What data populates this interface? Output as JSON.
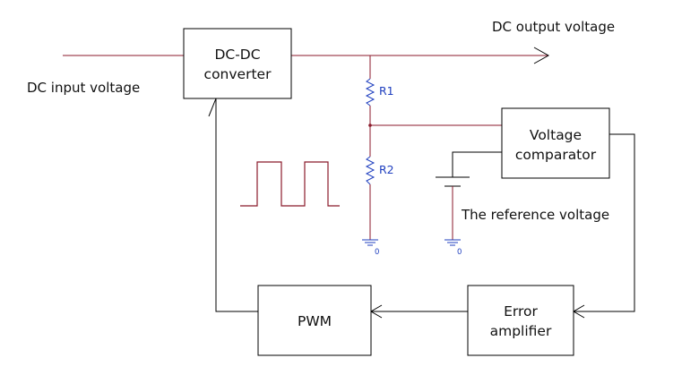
{
  "labels": {
    "dc_input": "DC input voltage",
    "dc_output": "DC output voltage",
    "reference": "The reference voltage"
  },
  "blocks": {
    "converter": [
      "DC-DC",
      "converter"
    ],
    "comparator": [
      "Voltage",
      "comparator"
    ],
    "pwm": [
      "PWM"
    ],
    "error_amp": [
      "Error",
      "amplifier"
    ]
  },
  "resistors": {
    "r1": "R1",
    "r2": "R2"
  },
  "grounds": {
    "left": "0",
    "right": "0"
  },
  "colors": {
    "power_wire": "#8b1a2b",
    "signal_wire": "#000000",
    "component": "#1f3fbf"
  }
}
